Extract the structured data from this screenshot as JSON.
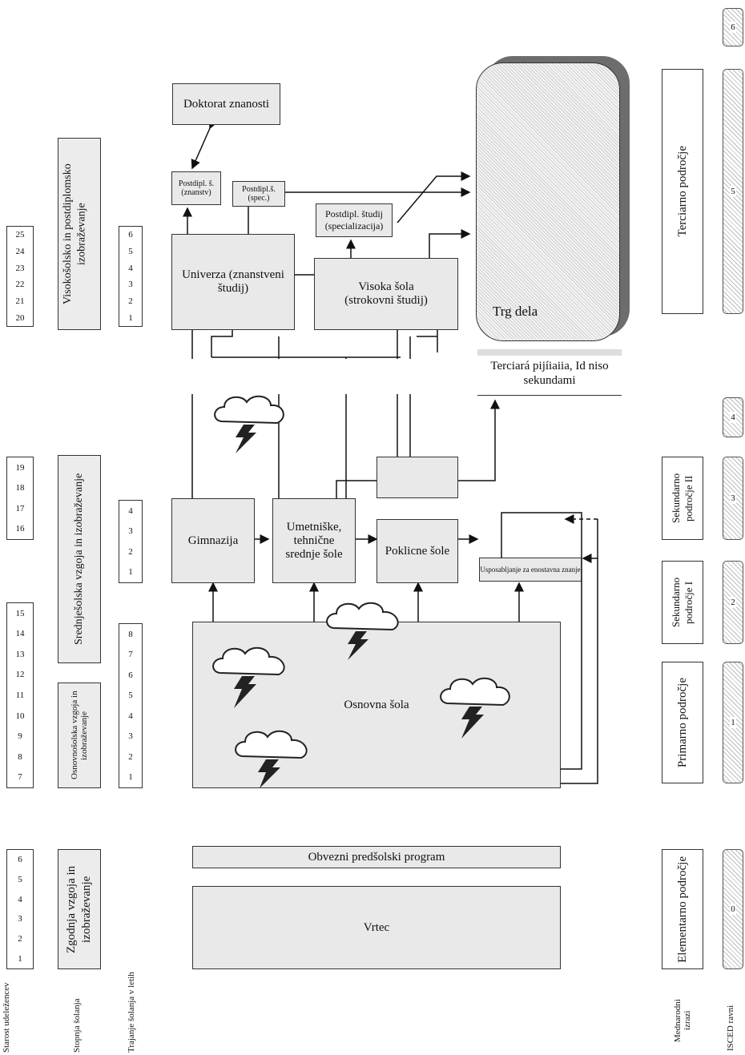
{
  "columns": {
    "age": [
      "25",
      "24",
      "23",
      "22",
      "21",
      "20",
      "19",
      "18",
      "17",
      "16",
      "15",
      "14",
      "13",
      "12",
      "11",
      "10",
      "9",
      "8",
      "7",
      "6",
      "5",
      "4",
      "3",
      "2",
      "1"
    ],
    "age_groups": {
      "tertiary": [
        "25",
        "24",
        "23",
        "22",
        "21",
        "20"
      ],
      "secondary": [
        "19",
        "18",
        "17",
        "16"
      ],
      "basic": [
        "15",
        "14",
        "13",
        "12",
        "11",
        "10",
        "9",
        "8",
        "7"
      ],
      "preschool": [
        "6",
        "5",
        "4",
        "3",
        "2",
        "1"
      ]
    },
    "duration": {
      "tertiary": [
        "6",
        "5",
        "4",
        "3",
        "2",
        "1"
      ],
      "secondary": [
        "4",
        "3",
        "2",
        "1"
      ],
      "basic": [
        "8",
        "7",
        "6",
        "5",
        "4",
        "3",
        "2",
        "1"
      ]
    },
    "levels": {
      "tertiary": "Visokošolsko in postdiplomsko izobraževanje",
      "secondary": "Srednješolska vzgoja in izobraževanje",
      "basic": "Osnovnošolska vzgoja in izobraževanje",
      "preschool": "Zgodnja vzgoja in izobraževanje"
    },
    "footers": {
      "age": "Starost udeležencev",
      "level": "Stopnja šolanja",
      "duration": "Trajanje šolanja v letih",
      "international": "Mednarodni izrazi",
      "isced": "ISCED ravni"
    }
  },
  "boxes": {
    "doktorat": "Doktorat znanosti",
    "postdipl_znanstv": "Postdipl. š. (znanstv)",
    "postdipl_spec_small": "Postdipl.š. (spec.)",
    "postdipl_spec": "Postdipl. študij (specializacija)",
    "univerza": "Univerza (znanstveni študij)",
    "visoka": "Visoka šola (strokovni študij)",
    "trg_dela": "Trg dela",
    "terciarna": "Terciará pijíiaiia, Id niso sekundami",
    "gimnazija": "Gimnazija",
    "umetniske": "Umetniške, tehnične srednje šole",
    "poklicne": "Poklicne šole",
    "usposabljanje": "Usposabljanje za enostavna znanje",
    "osnovna": "Osnovna šola",
    "predsolski": "Obvezni predšolski program",
    "vrtec": "Vrtec"
  },
  "international": {
    "terciarno": "Terciarno področje",
    "sekundarno2": "Sekundarno področje II",
    "sekundarno1": "Sekundarno področje I",
    "primarno": "Primarno področje",
    "elementarno": "Elementarno področje"
  },
  "isced": [
    "6",
    "5",
    "4",
    "3",
    "2",
    "1",
    "0"
  ]
}
